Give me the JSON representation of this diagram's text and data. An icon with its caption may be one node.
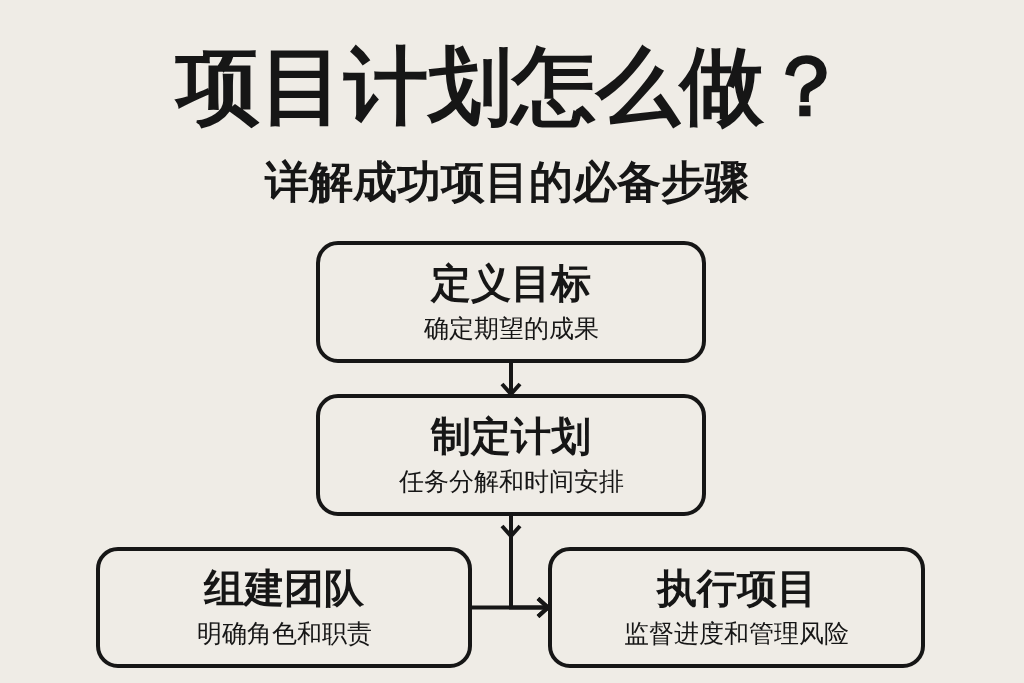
{
  "diagram": {
    "title": "项目计划怎么做？",
    "nodes": [
      {
        "text": [
          "定义目标",
          "确定期望的成果"
        ]
      },
      {
        "text": [
          "制定计划",
          "任务分解和时间安排"
        ]
      },
      {
        "text": [
          "组建团队",
          "明确角色和职责"
        ]
      },
      {
        "text": [
          "执行项目",
          "监督进度和管理风险"
        ]
      }
    ],
    "edges": [
      {
        "from": 0,
        "to": 1,
        "arrow": "to"
      },
      {
        "from": 1,
        "to": 3,
        "arrow": "to"
      },
      {
        "from": 2,
        "to": 3,
        "arrow": "to"
      }
    ],
    "labels": [
      "详解成功项目的必备步骤"
    ]
  }
}
